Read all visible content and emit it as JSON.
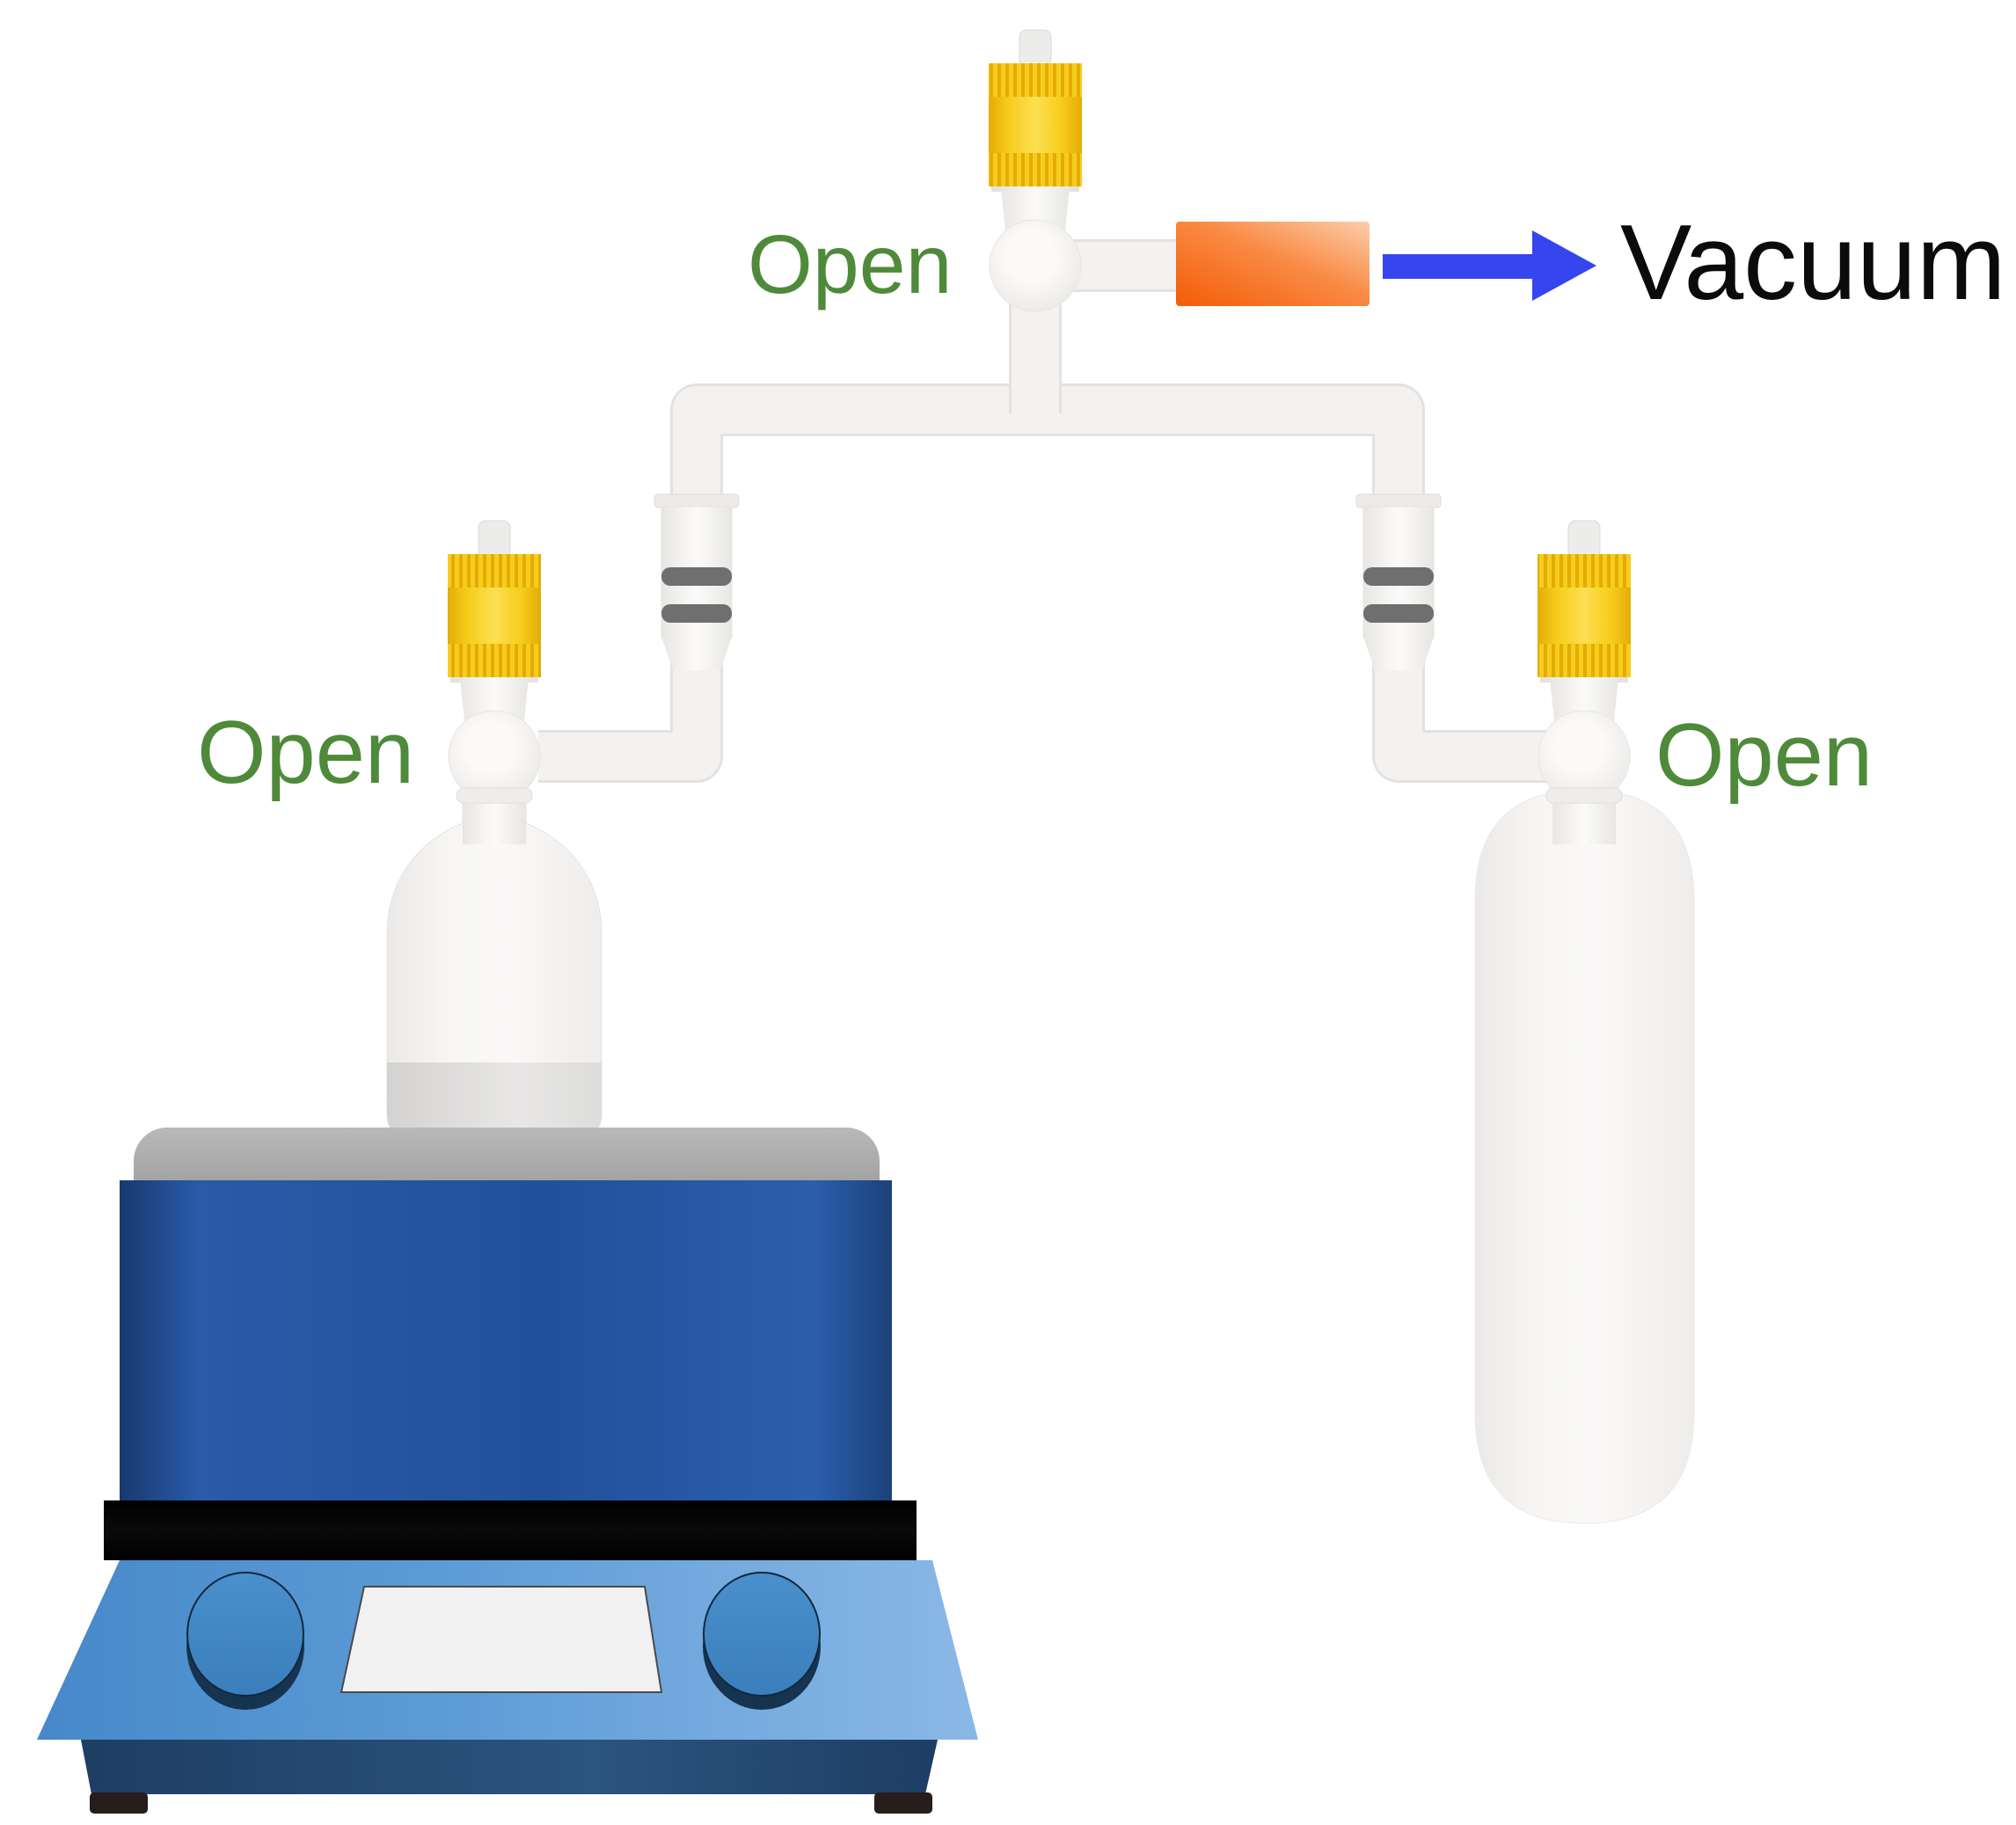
{
  "diagram": {
    "labels": {
      "top_valve_state": "Open",
      "left_valve_state": "Open",
      "right_valve_state": "Open",
      "vacuum_label": "Vacuum"
    },
    "colors": {
      "label_green": "#4e8a3a",
      "text_black": "#0b0b0b",
      "arrow_blue": "#3645ee",
      "valve_yellow": "#f7cd1d",
      "valve_rib": "#e3ac05",
      "valve_mid_light": "#fcdf52",
      "adapter_orange_dark": "#f35c06",
      "adapter_orange_light": "#fcceaa",
      "joint_band_gray": "#6f6f6f",
      "mantle_blue": "#22509a",
      "mantle_edge": "#17396f",
      "base_light_blue": "#5e9cd7",
      "base_navy": "#1e3e64",
      "pad_gray": "#a3a3a3",
      "black_band": "#0a0a0a",
      "glass": "#f3f2f0",
      "glass_edge": "#e4e2df",
      "knob_blue": "#3a7fbc",
      "display_white": "#f1f1f1"
    }
  }
}
